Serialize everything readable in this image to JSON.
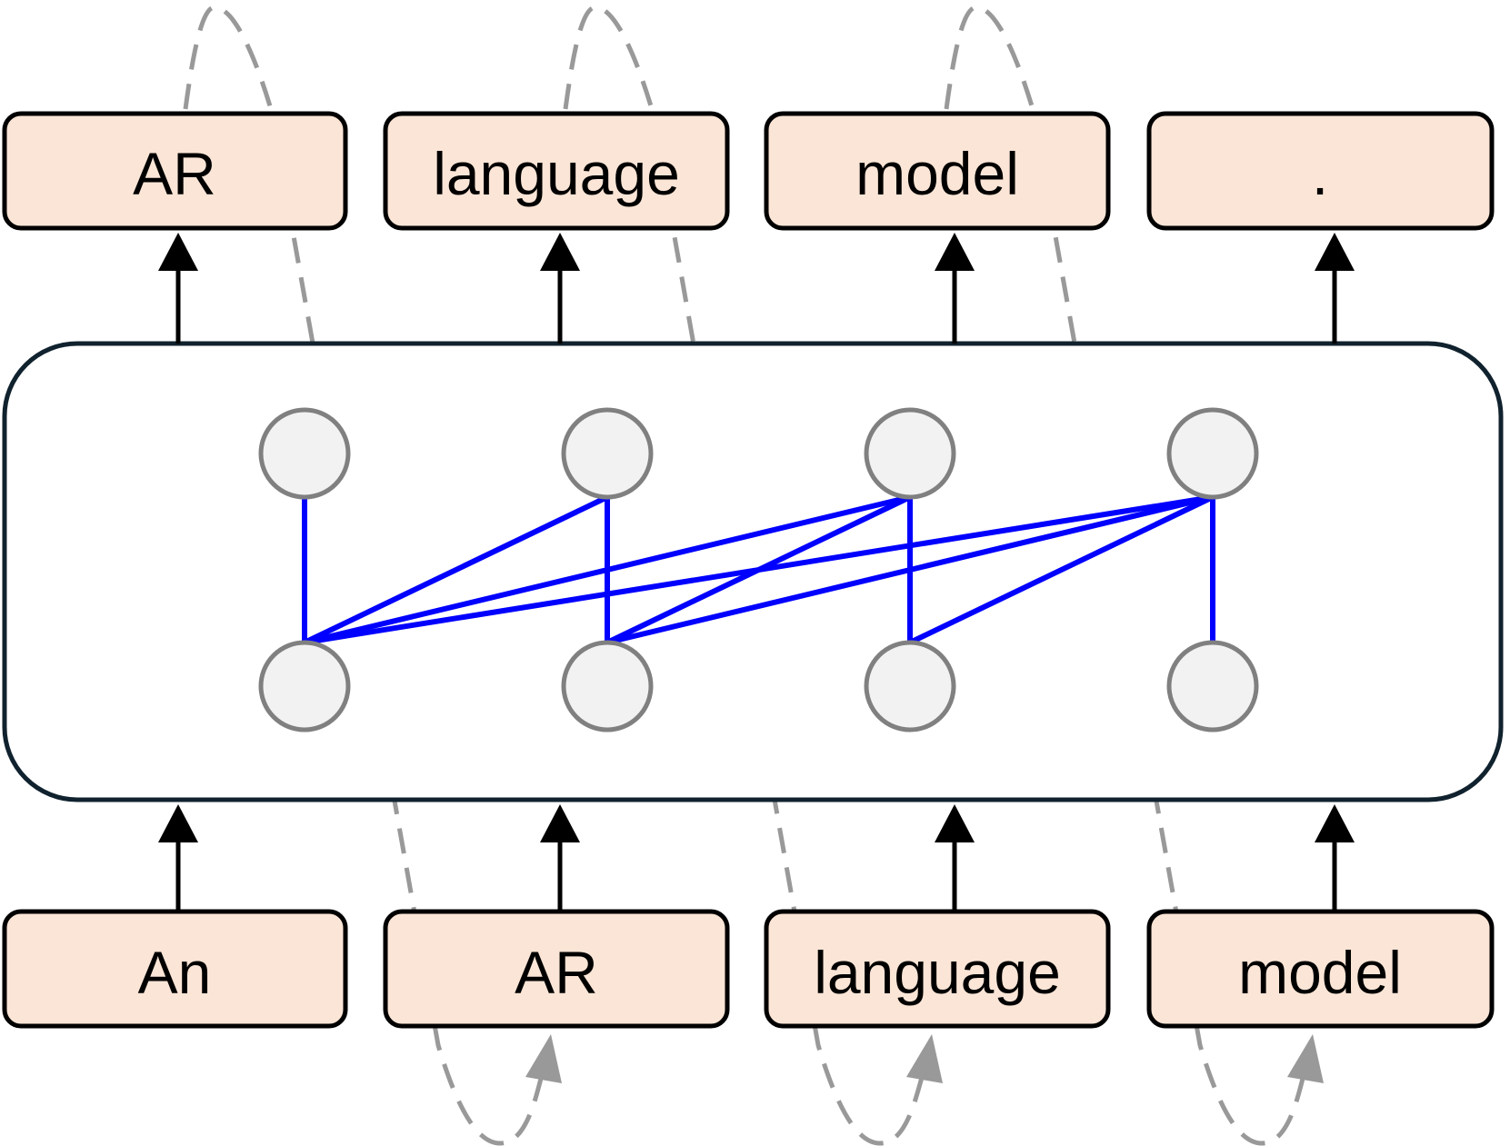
{
  "output_tokens": [
    "AR",
    "language",
    "model",
    "."
  ],
  "input_tokens": [
    "An",
    "AR",
    "language",
    "model"
  ],
  "colors": {
    "token_fill": "#fbe5d6",
    "token_stroke": "#000000",
    "node_fill": "#f2f2f2",
    "node_stroke": "#808080",
    "edge": "#0000ff",
    "model_box_stroke": "#10222e",
    "feedback_arrow": "#999999",
    "arrow": "#000000"
  },
  "icons": {
    "up_arrow": "arrow-up-icon",
    "feedback": "dashed-feedback-arrow-icon"
  }
}
